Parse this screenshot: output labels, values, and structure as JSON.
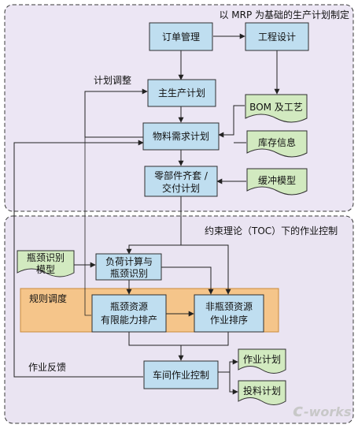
{
  "colors": {
    "top_region_bg": "#ece6f4",
    "bottom_region_bg": "#eae4f2",
    "region_border": "#3a3a3a",
    "process_fill": "#bfdef0",
    "process_border": "#2f2f2f",
    "doc_fill": "#d2eac0",
    "rule_band_fill": "#f5c58a",
    "rule_band_border": "#c98a3a",
    "arrow": "#222222",
    "watermark": "#c8c8c8"
  },
  "regions": {
    "top_title": "以 MRP 为基础的生产计划制定",
    "bottom_title": "约束理论（TOC）下的作业控制"
  },
  "process": {
    "order_mgmt": "订单管理",
    "engineering": "工程设计",
    "master_plan": "主生产计划",
    "mrp": "物料需求计划",
    "parts_line1": "零部件齐套 /",
    "parts_line2": "交付计划",
    "load_line1": "负荷计算与",
    "load_line2": "瓶颈识别",
    "bottleneck_line1": "瓶颈资源",
    "bottleneck_line2": "有限能力排产",
    "nonbottleneck_line1": "非瓶颈资源",
    "nonbottleneck_line2": "作业排序",
    "shop_control": "车间作业控制"
  },
  "docs": {
    "bom": "BOM 及工艺",
    "inventory": "库存信息",
    "buffer": "缓冲模型",
    "bn_model_line1": "瓶颈识别",
    "bn_model_line2": "模型",
    "job_plan": "作业计划",
    "feed_plan": "投料计划"
  },
  "labels": {
    "plan_adjust": "计划调整",
    "rule_schedule": "规则调度",
    "job_feedback": "作业反馈"
  },
  "watermark": {
    "brand_c": "c",
    "brand_rest": "-works"
  }
}
